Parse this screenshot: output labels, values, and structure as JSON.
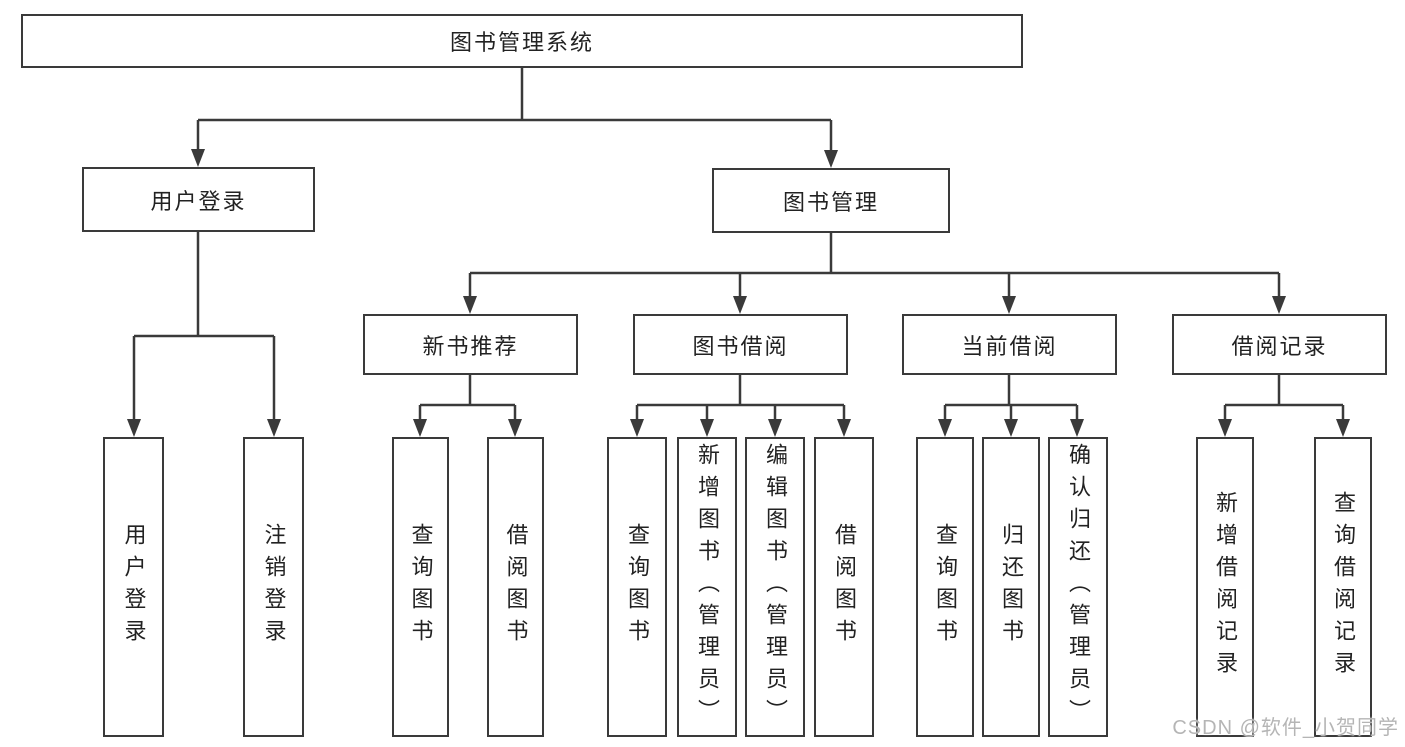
{
  "title": "图书管理系统",
  "watermark": "CSDN @软件_小贺同学",
  "colors": {
    "line": "#3a3a3a",
    "text": "#222222",
    "watermark": "#b5b5b5",
    "background": "#ffffff"
  },
  "nodes": {
    "root": "图书管理系统",
    "level2": {
      "user_login": "用户登录",
      "book_management": "图书管理"
    },
    "level3": {
      "new_book_recommend": "新书推荐",
      "book_borrow": "图书借阅",
      "current_borrow": "当前借阅",
      "borrow_records": "借阅记录"
    },
    "leaves": {
      "user_login": "用户登录",
      "logout": "注销登录",
      "rec_query_books": "查询图书",
      "rec_borrow_books": "借阅图书",
      "borrow_query_books": "查询图书",
      "borrow_add_books": "新增图书（管理员）",
      "borrow_edit_books": "编辑图书（管理员）",
      "borrow_borrow_books": "借阅图书",
      "current_query_books": "查询图书",
      "current_return_books": "归还图书",
      "current_confirm_return": "确认归还（管理员）",
      "records_add_record": "新增借阅记录",
      "records_query_record": "查询借阅记录"
    }
  }
}
